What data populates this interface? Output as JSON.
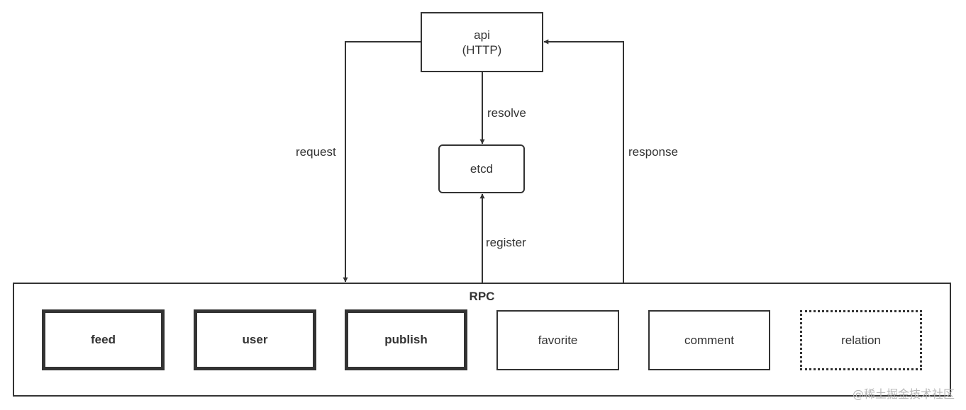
{
  "nodes": {
    "api": {
      "line1": "api",
      "line2": "(HTTP)"
    },
    "etcd": {
      "label": "etcd"
    },
    "rpc": {
      "label": "RPC"
    }
  },
  "services": [
    {
      "label": "feed",
      "style": "bold"
    },
    {
      "label": "user",
      "style": "bold"
    },
    {
      "label": "publish",
      "style": "bold"
    },
    {
      "label": "favorite",
      "style": "normal"
    },
    {
      "label": "comment",
      "style": "normal"
    },
    {
      "label": "relation",
      "style": "dotted"
    }
  ],
  "edges": {
    "request": "request",
    "resolve": "resolve",
    "response": "response",
    "register": "register"
  },
  "watermark": "@稀土掘金技术社区",
  "colors": {
    "stroke": "#333333",
    "text": "#333333",
    "watermark": "#b8b8b8"
  }
}
